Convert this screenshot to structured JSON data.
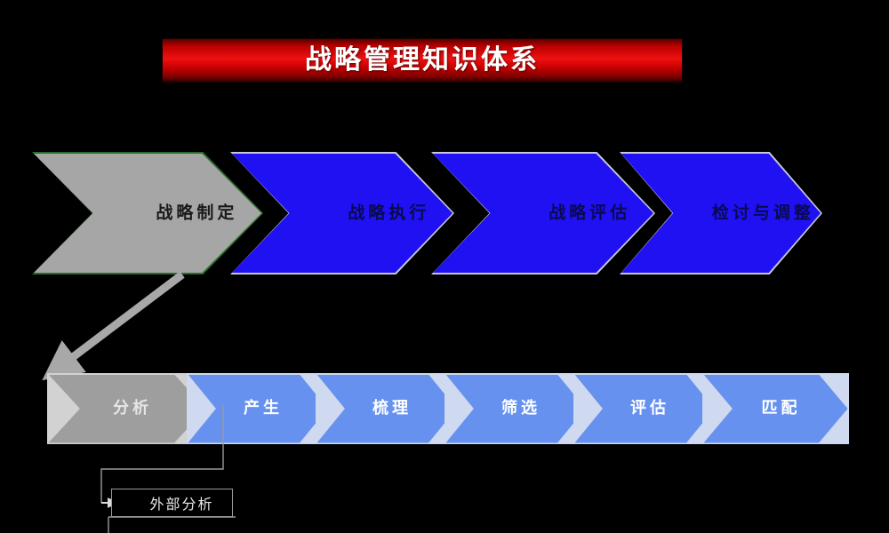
{
  "slide": {
    "background_color": "#000000",
    "title": {
      "text": "战略管理知识体系",
      "banner_color": "#f01010",
      "text_color": "#ffffff"
    }
  },
  "process_row_top": {
    "name": "战略管理主流程",
    "steps": [
      {
        "label": "战略制定",
        "fill": "#a6a6a6",
        "border": "#2d6b2d",
        "text_color": "#1a1a1a",
        "highlighted": true
      },
      {
        "label": "战略执行",
        "fill": "#1f11f2",
        "border": "#c8c8d8",
        "text_color": "#0a0a50",
        "highlighted": false
      },
      {
        "label": "战略评估",
        "fill": "#1f11f2",
        "border": "#c8c8d8",
        "text_color": "#0a0a50",
        "highlighted": false
      },
      {
        "label": "检讨与调整",
        "fill": "#1f11f2",
        "border": "#c8c8d8",
        "text_color": "#0a0a50",
        "highlighted": false
      }
    ]
  },
  "process_row_bottom": {
    "name": "战略制定子流程",
    "steps": [
      {
        "label": "分析",
        "fill": "#9e9e9e",
        "border": "#d2d2d2",
        "text_color": "#e6e6e6",
        "highlighted": true
      },
      {
        "label": "产生",
        "fill": "#6691ef",
        "border": "#cfd9ef",
        "text_color": "#ffffff",
        "highlighted": false
      },
      {
        "label": "梳理",
        "fill": "#6691ef",
        "border": "#cfd9ef",
        "text_color": "#ffffff",
        "highlighted": false
      },
      {
        "label": "筛选",
        "fill": "#6691ef",
        "border": "#cfd9ef",
        "text_color": "#ffffff",
        "highlighted": false
      },
      {
        "label": "评估",
        "fill": "#6691ef",
        "border": "#cfd9ef",
        "text_color": "#ffffff",
        "highlighted": false
      },
      {
        "label": "匹配",
        "fill": "#6691ef",
        "border": "#cfd9ef",
        "text_color": "#ffffff",
        "highlighted": false
      }
    ]
  },
  "detail_box": {
    "label": "外部分析",
    "border_color": "#9a9a9a",
    "text_color": "#e8e8e8"
  },
  "connectors": {
    "drilldown_arrow": {
      "name": "战略制定 到 分析 的下钻箭头",
      "color": "#a8a8a8"
    },
    "detail_connector": {
      "name": "产生 到 外部分析 的连接线",
      "color": "#9a9a9a"
    }
  }
}
